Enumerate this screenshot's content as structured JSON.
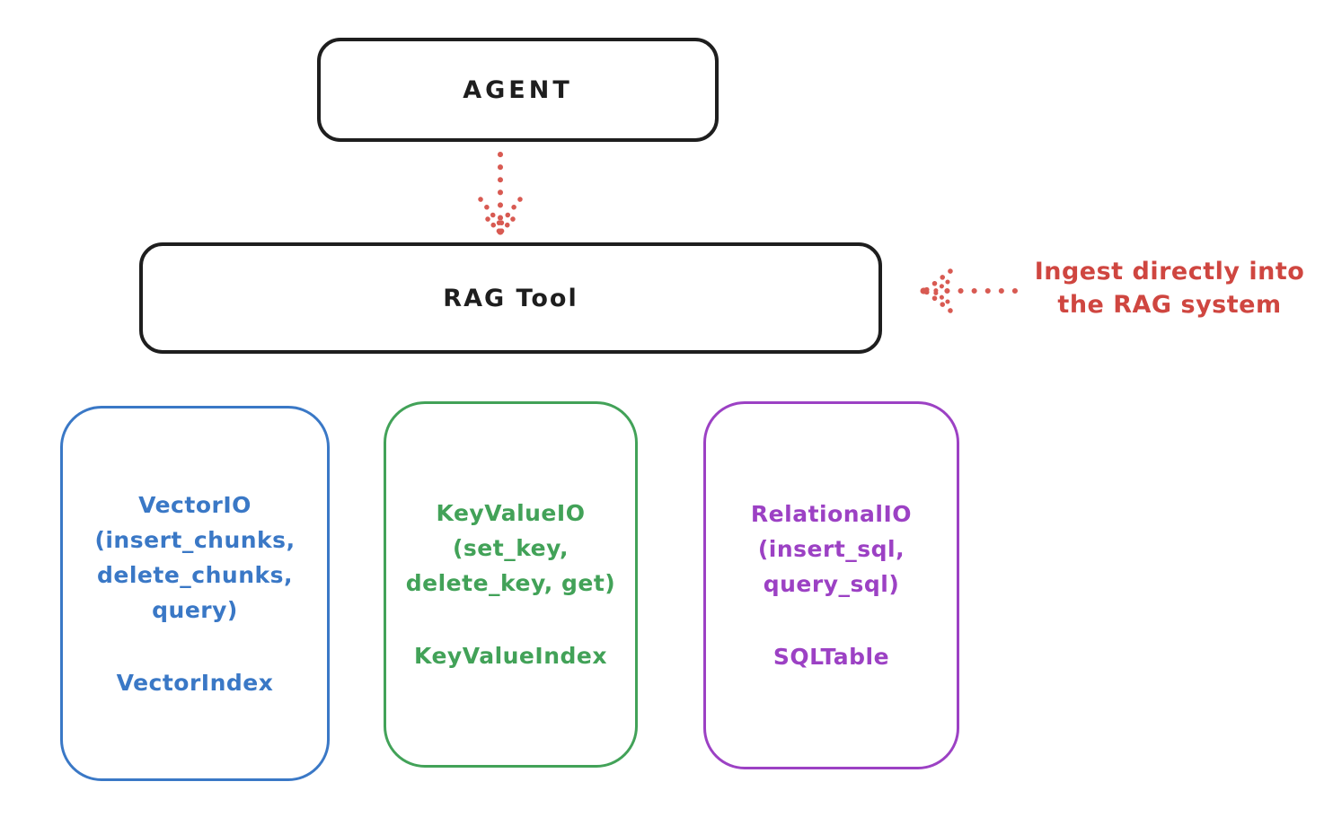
{
  "canvas": {
    "background": "#ffffff",
    "stroke_black": "#1e1e1e"
  },
  "agent_box": {
    "label": "AGENT"
  },
  "rag_tool_box": {
    "label": "RAG Tool"
  },
  "ingest_annotation": {
    "line1": "Ingest directly into",
    "line2": "the RAG system",
    "color": "#cf4640"
  },
  "arrows": {
    "agent_to_rag": {
      "style": "dotted",
      "direction": "down",
      "color": "#d85a52"
    },
    "ingest_to_rag": {
      "style": "dotted",
      "direction": "left",
      "color": "#d85a52"
    }
  },
  "io_boxes": [
    {
      "id": "vector-io",
      "color": "#3a78c6",
      "lines": [
        "VectorIO",
        "(insert_chunks,",
        "delete_chunks,",
        "query)"
      ],
      "index_label": "VectorIndex"
    },
    {
      "id": "keyvalue-io",
      "color": "#42a258",
      "lines": [
        "KeyValueIO",
        "(set_key,",
        "delete_key, get)"
      ],
      "index_label": "KeyValueIndex"
    },
    {
      "id": "relational-io",
      "color": "#9c41c4",
      "lines": [
        "RelationalIO",
        "(insert_sql,",
        "query_sql)"
      ],
      "index_label": "SQLTable"
    }
  ]
}
